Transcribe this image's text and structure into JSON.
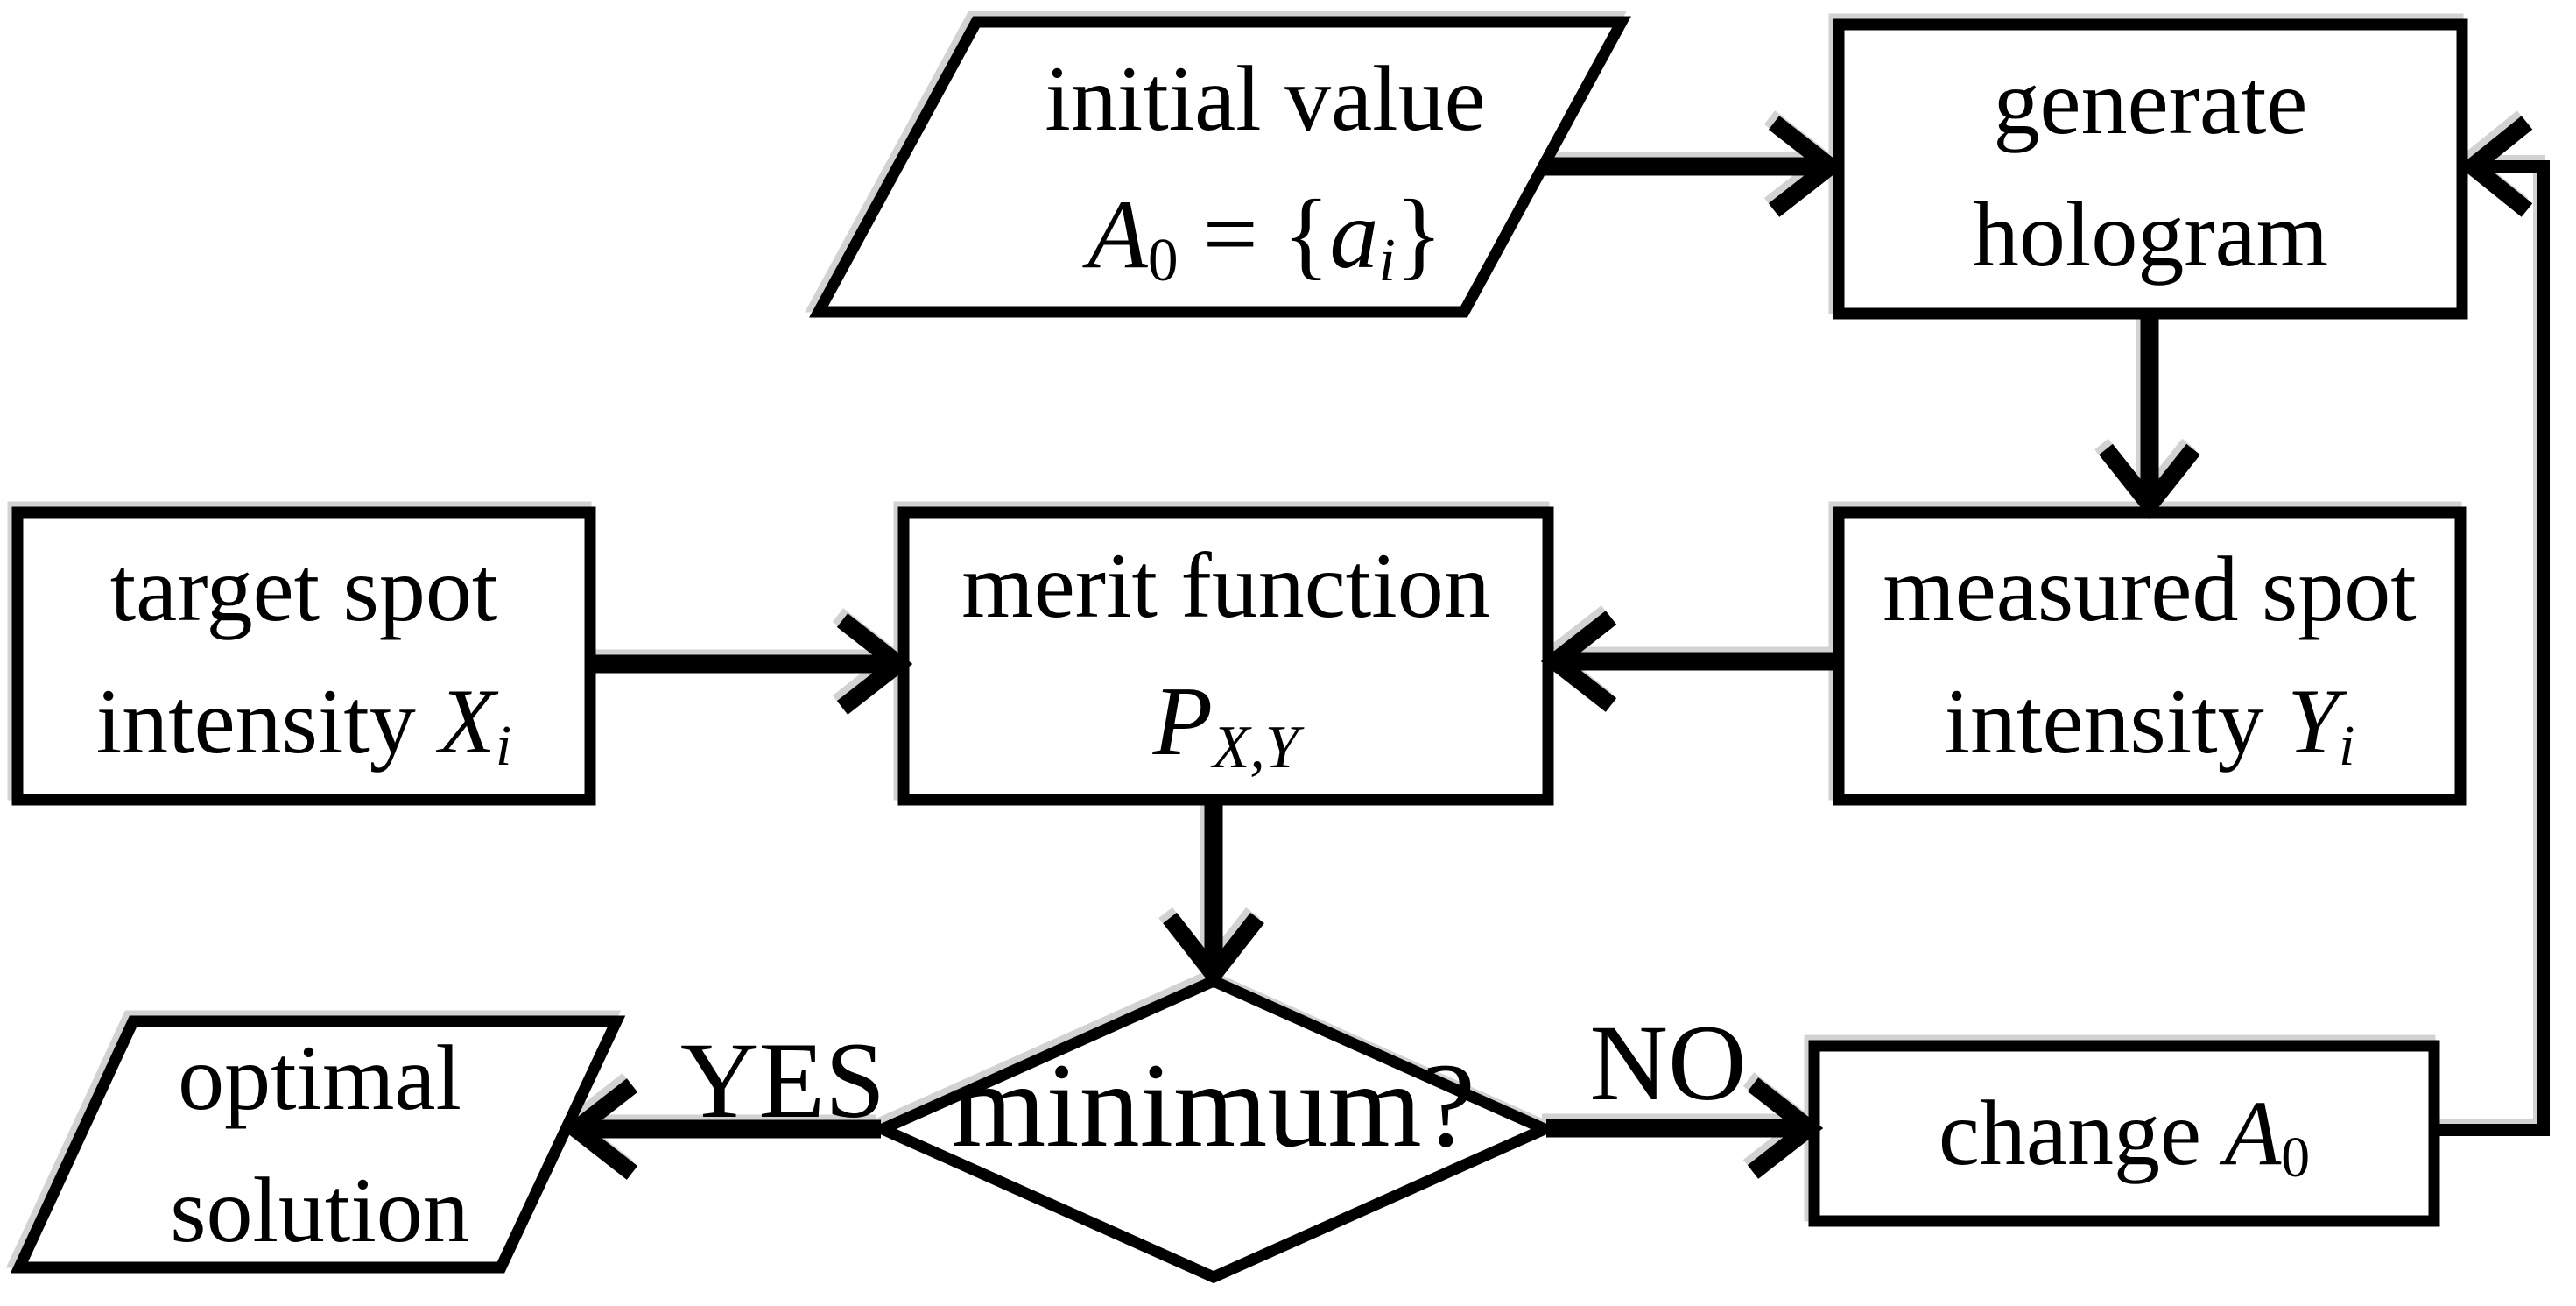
{
  "colors": {
    "background": "#ffffff",
    "stroke": "#000000",
    "text": "#000000"
  },
  "nodes": {
    "initial_value": {
      "shape": "parallelogram",
      "line1": "initial value",
      "formula": {
        "var1": "A",
        "sub1": "0",
        "eq": " = ",
        "open_brace": "{",
        "var2": "a",
        "sub2": "i",
        "close_brace": "}"
      }
    },
    "generate_hologram": {
      "shape": "rect",
      "line1": "generate",
      "line2": "hologram"
    },
    "target_spot": {
      "shape": "rect",
      "line1": "target spot",
      "line2": {
        "prefix": "intensity ",
        "var": "X",
        "sub": "i"
      }
    },
    "merit_function": {
      "shape": "rect",
      "line1": "merit function",
      "line2": {
        "var": "P",
        "sub": "X,Y"
      }
    },
    "measured_spot": {
      "shape": "rect",
      "line1": "measured spot",
      "line2": {
        "prefix": "intensity ",
        "var": "Y",
        "sub": "i"
      }
    },
    "minimum_decision": {
      "shape": "diamond",
      "label": "minimum?"
    },
    "optimal_solution": {
      "shape": "parallelogram",
      "line1": "optimal",
      "line2": "solution"
    },
    "change_a0": {
      "shape": "rect",
      "line1": {
        "prefix": "change ",
        "var": "A",
        "sub": "0"
      }
    }
  },
  "edge_labels": {
    "yes": "YES",
    "no": "NO"
  }
}
